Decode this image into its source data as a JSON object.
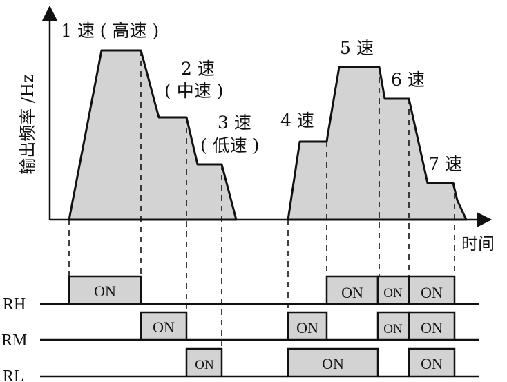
{
  "axis": {
    "y_label": "输出频率 /Hz",
    "x_label": "时间"
  },
  "speed_labels": {
    "s1": "1 速 ( 高速 )",
    "s2a": "2 速",
    "s2b": "( 中速 )",
    "s3a": "3 速",
    "s3b": "( 低速 )",
    "s4": "4 速",
    "s5": "5 速",
    "s6": "6 速",
    "s7": "7 速"
  },
  "signals": {
    "rh": "RH",
    "rm": "RM",
    "rl": "RL"
  },
  "on_text": "ON",
  "chart_data": {
    "type": "area",
    "profile_1": {
      "t": [
        0,
        1.3,
        2.6,
        3.3,
        4.5,
        5.1,
        5.8,
        6.5
      ],
      "f": [
        0,
        1.0,
        1.0,
        0.6,
        0.6,
        0.34,
        0.34,
        0
      ]
    },
    "profile_2": {
      "t": [
        10.1,
        10.5,
        11.3,
        11.6,
        12.0,
        12.9,
        13.4,
        13.9,
        14.5,
        15.2,
        15.7,
        16.2
      ],
      "f": [
        0,
        0.47,
        0.47,
        0.6,
        0.9,
        0.9,
        0.72,
        0.72,
        0.22,
        0.22,
        0.22,
        0
      ]
    },
    "timing": {
      "rh": [
        [
          0,
          2.6
        ],
        [
          11.6,
          13.4
        ],
        [
          13.4,
          13.9
        ],
        [
          13.9,
          15.7
        ]
      ],
      "rm": [
        [
          2.6,
          4.5
        ],
        [
          10.1,
          11.6
        ],
        [
          13.4,
          13.9
        ],
        [
          13.9,
          15.7
        ]
      ],
      "rl": [
        [
          4.5,
          5.8
        ],
        [
          10.1,
          13.4
        ],
        [
          13.9,
          15.7
        ]
      ]
    }
  }
}
